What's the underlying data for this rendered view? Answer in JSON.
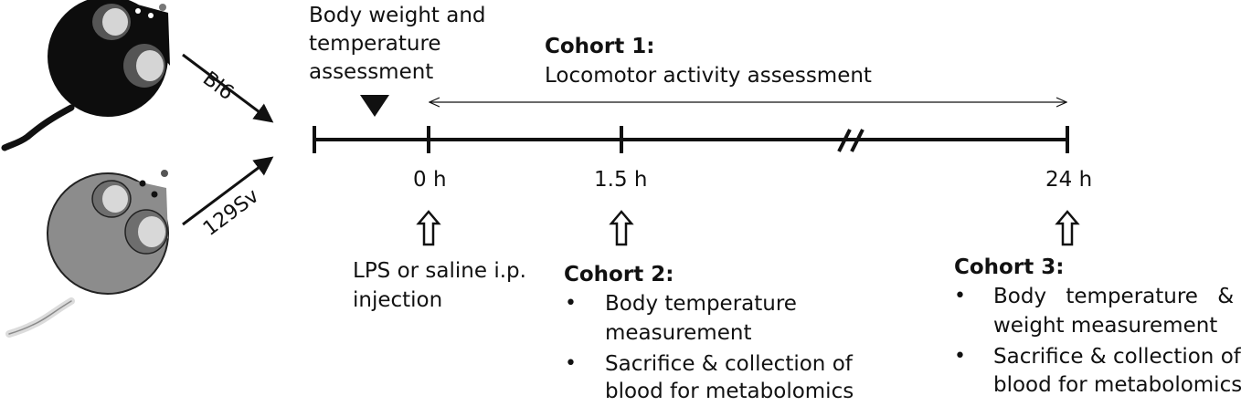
{
  "strains": [
    {
      "label": "Bl6",
      "body_color": "#0d0d0d"
    },
    {
      "label": "129Sv",
      "body_color": "#8c8c8c"
    }
  ],
  "pre_assessment": {
    "line1": "Body weight and",
    "line2": "temperature",
    "line3": "assessment"
  },
  "cohort1": {
    "title": "Cohort 1:",
    "description": "Locomotor activity assessment"
  },
  "time_labels": [
    "0 h",
    "1.5 h",
    "24 h"
  ],
  "injection": {
    "line1": "LPS or saline i.p.",
    "line2": "injection"
  },
  "cohort2": {
    "title": "Cohort 2:",
    "bullet": "•",
    "items": [
      {
        "line1": "Body temperature",
        "line2": "measurement"
      },
      {
        "line1": "Sacrifice & collection of",
        "line2": "blood for metabolomics"
      }
    ]
  },
  "cohort3": {
    "title": "Cohort 3:",
    "bullet": "•",
    "items": [
      {
        "line1": "Body temperature &",
        "line2": "weight measurement"
      },
      {
        "line1": "Sacrifice & collection of",
        "line2": "blood for metabolomics"
      }
    ]
  }
}
